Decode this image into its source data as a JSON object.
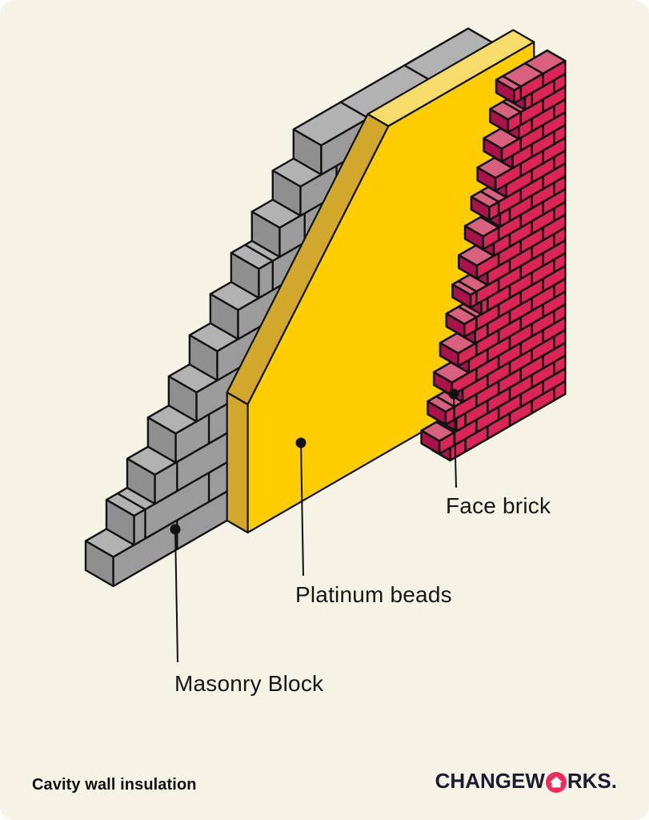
{
  "diagram": {
    "labels": [
      {
        "id": "masonry-block",
        "text": "Masonry Block"
      },
      {
        "id": "platinum-beads",
        "text": "Platinum beads"
      },
      {
        "id": "face-brick",
        "text": "Face brick"
      }
    ]
  },
  "caption": {
    "text": "Cavity wall insulation"
  },
  "brand": {
    "name": "CHANGEWORKS.",
    "pre": "CHANGEW",
    "post": "RKS."
  },
  "colors": {
    "background": "#F4F3E6",
    "outline": "#121212",
    "block_top": "#B2B2B2",
    "block_front": "#9B9B9B",
    "block_side": "#8F8F8F",
    "insulation_face": "#FFCD00",
    "insulation_top": "#F6DC6A",
    "insulation_side": "#D2A82C",
    "brick_top": "#D8617F",
    "brick_front": "#DB2458",
    "brick_side": "#A8134A",
    "label_text": "#161616",
    "brand_text": "#1B1B32",
    "brand_circle": "#EC2C5C",
    "brand_house": "#FFFFFF"
  }
}
